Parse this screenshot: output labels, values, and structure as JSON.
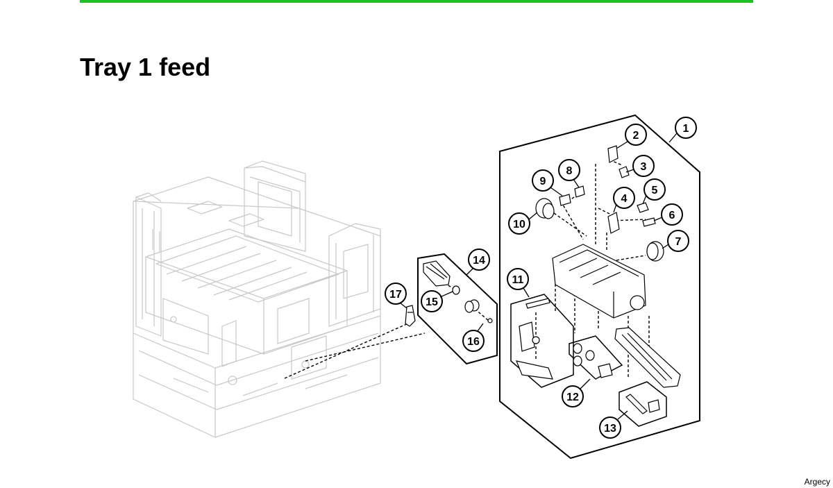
{
  "header": {
    "title": "Tray 1 feed",
    "accent_color": "#1fbf2a"
  },
  "diagram": {
    "callouts": [
      {
        "label": "1"
      },
      {
        "label": "2"
      },
      {
        "label": "3"
      },
      {
        "label": "4"
      },
      {
        "label": "5"
      },
      {
        "label": "6"
      },
      {
        "label": "7"
      },
      {
        "label": "8"
      },
      {
        "label": "9"
      },
      {
        "label": "10"
      },
      {
        "label": "11"
      },
      {
        "label": "12"
      },
      {
        "label": "13"
      },
      {
        "label": "14"
      },
      {
        "label": "15"
      },
      {
        "label": "16"
      },
      {
        "label": "17"
      }
    ]
  },
  "footer": {
    "watermark": "Argecy"
  }
}
